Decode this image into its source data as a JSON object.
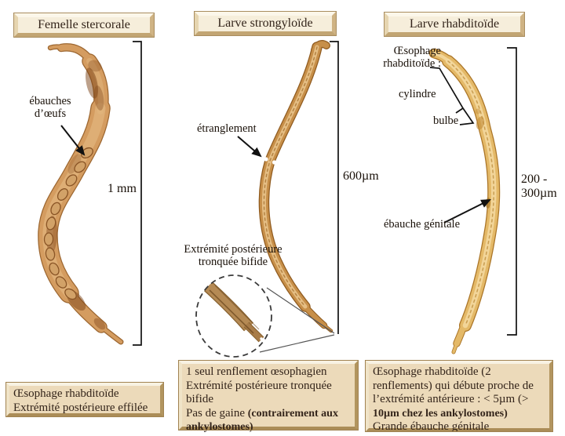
{
  "colors": {
    "title_box_face": "#f6eedb",
    "note_box_face": "#ecdaba",
    "bevel_shadow": "#c2a573",
    "text": "#33241a",
    "worm_femelle_body": "#d49c60",
    "worm_strongyloide_body": "#c78f49",
    "worm_rhabditoide_body": "#e4b968",
    "annotation_ink": "#111111"
  },
  "panels": {
    "femelle": {
      "title": "Femelle stercorale",
      "eggs_label": "ébauches d’œufs",
      "scale_label": "1 mm",
      "note_line1": "Œsophage rhabditoïde",
      "note_line2": "Extrémité postérieure effilée"
    },
    "strongyloide": {
      "title": "Larve strongyloïde",
      "constriction_label": "étranglement",
      "scale_label": "600µm",
      "tail_label": "Extrémité postérieure tronquée bifide",
      "note_line1": "1 seul renflement œsophagien",
      "note_line2": "Extrémité postérieure tronquée bifide",
      "note_line3": "Pas de gaine ",
      "note_line3_bold": "(contrairement aux ankylostomes)"
    },
    "rhabditoide": {
      "title": "Larve rhabditoïde",
      "oesophagus_label": "Œsophage rhabditoïde :",
      "cylinder_label": "cylindre",
      "bulb_label": "bulbe",
      "genital_label": "ébauche génitale",
      "scale_line1": "200 -",
      "scale_line2": "300µm",
      "note_main": "Œsophage rhabditoïde (2 renflements) qui débute proche de l’extrémité antérieure : < 5µm (> ",
      "note_bold": "10µm chez les ankylostomes)",
      "note_last": "Grande ébauche génitale"
    }
  }
}
